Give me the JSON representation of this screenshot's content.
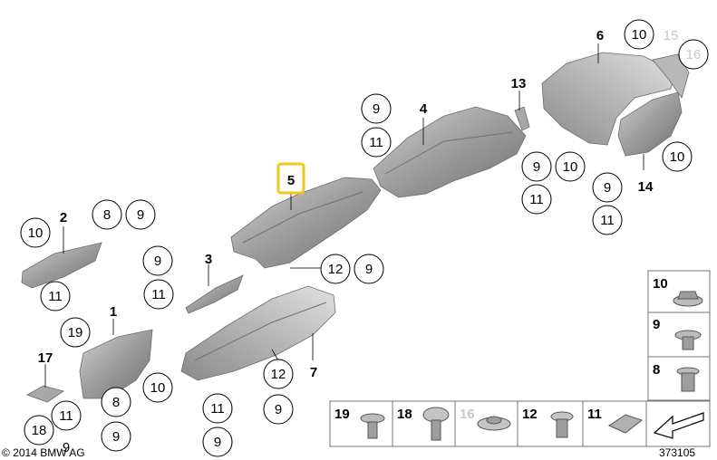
{
  "copyright": "© 2014 BMW AG",
  "diagram_id": "373105",
  "part_numbers": {
    "p1": "1",
    "p2": "2",
    "p3": "3",
    "p4": "4",
    "p5": "5",
    "p6": "6",
    "p7": "7",
    "p13": "13",
    "p14": "14",
    "p17": "17"
  },
  "callouts": {
    "c8a": "8",
    "c9a": "9",
    "c10a": "10",
    "c11a": "11",
    "c9b": "9",
    "c11b": "11",
    "c19a": "19",
    "c18a": "18",
    "c11c": "11",
    "c9c": "9",
    "c8b": "8",
    "c9d": "9",
    "c10b": "10",
    "c11d": "11",
    "c9e": "9",
    "c12a": "12",
    "c9f": "9",
    "c12b": "12",
    "c9g": "9",
    "c9h": "9",
    "c11e": "11",
    "c9i": "9",
    "c10c": "10",
    "c11f": "11",
    "c10d": "10",
    "c15": "15",
    "c16a": "16",
    "c10e": "10",
    "c9j": "9",
    "c11g": "11"
  },
  "fastener_panel": {
    "f10": "10",
    "f9": "9",
    "f8": "8",
    "f19": "19",
    "f18": "18",
    "f16": "16",
    "f12": "12",
    "f11": "11"
  },
  "colors": {
    "highlight": "#f5c518",
    "part_fill": "#9a9a9a",
    "faded_text": "#c8c8c8"
  }
}
